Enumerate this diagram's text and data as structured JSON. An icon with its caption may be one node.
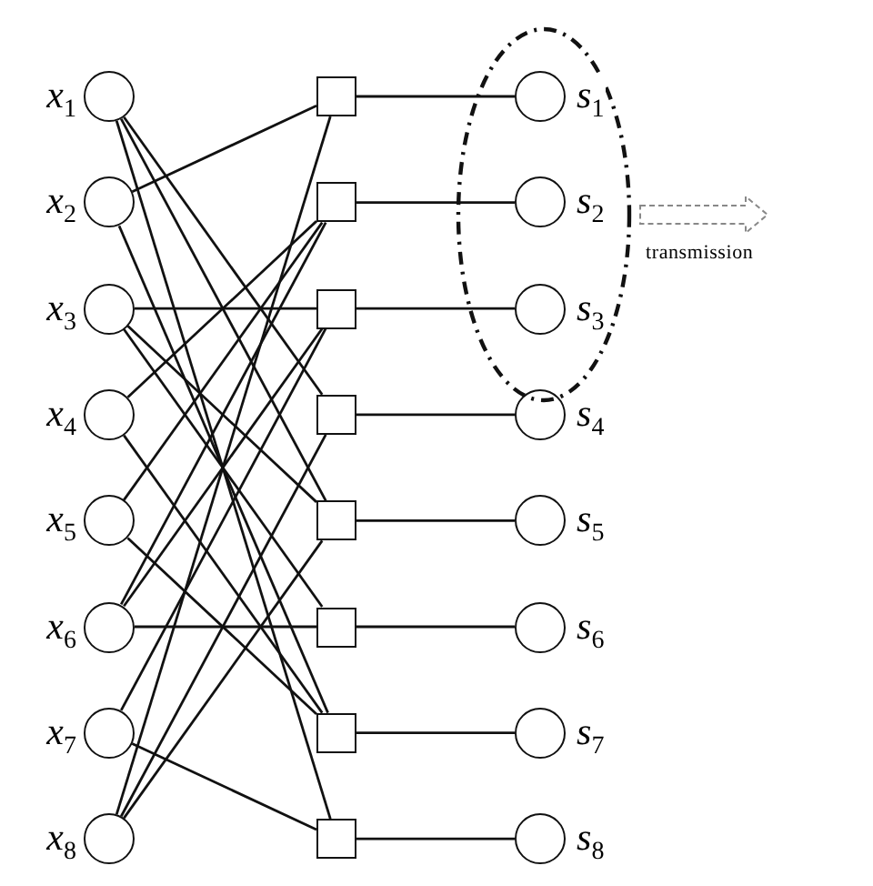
{
  "diagram": {
    "nodes": [
      {
        "text": [
          "*x*$_{1}$"
        ]
      },
      {
        "text": [
          "*x*$_{2}$"
        ]
      },
      {
        "text": [
          "*x*$_{3}$"
        ]
      },
      {
        "text": [
          "*x*$_{4}$"
        ]
      },
      {
        "text": [
          "*x*$_{5}$"
        ]
      },
      {
        "text": [
          "*x*$_{6}$"
        ]
      },
      {
        "text": [
          "*x*$_{7}$"
        ]
      },
      {
        "text": [
          "*x*$_{8}$"
        ]
      },
      {
        "text": [],
        "shape": "box"
      },
      {
        "text": [],
        "shape": "box"
      },
      {
        "text": [],
        "shape": "box"
      },
      {
        "text": [],
        "shape": "box"
      },
      {
        "text": [],
        "shape": "box"
      },
      {
        "text": [],
        "shape": "box"
      },
      {
        "text": [],
        "shape": "box"
      },
      {
        "text": [],
        "shape": "box"
      },
      {
        "text": [],
        "shape": "ellipse"
      },
      {
        "text": [
          "*s*$_{1}$"
        ],
        "in": 16
      },
      {
        "text": [
          "*s*$_{2}$"
        ],
        "in": 16
      },
      {
        "text": [
          "*s*$_{3}$"
        ],
        "in": 16
      },
      {
        "text": [
          "*s*$_{4}$"
        ]
      },
      {
        "text": [
          "*s*$_{5}$"
        ]
      },
      {
        "text": [
          "*s*$_{6}$"
        ]
      },
      {
        "text": [
          "*s*$_{7}$"
        ]
      },
      {
        "text": [
          "*s*$_{8}$"
        ]
      }
    ],
    "edges": [
      {
        "from": 0,
        "to": 11,
        "arrow": "none"
      },
      {
        "from": 0,
        "to": 12,
        "arrow": "none"
      },
      {
        "from": 0,
        "to": 15,
        "arrow": "none"
      },
      {
        "from": 1,
        "to": 8,
        "arrow": "none"
      },
      {
        "from": 1,
        "to": 14,
        "arrow": "none"
      },
      {
        "from": 2,
        "to": 10,
        "arrow": "none"
      },
      {
        "from": 2,
        "to": 12,
        "arrow": "none"
      },
      {
        "from": 2,
        "to": 13,
        "arrow": "none"
      },
      {
        "from": 3,
        "to": 9,
        "arrow": "none"
      },
      {
        "from": 3,
        "to": 14,
        "arrow": "none"
      },
      {
        "from": 4,
        "to": 9,
        "arrow": "none"
      },
      {
        "from": 4,
        "to": 14,
        "arrow": "none"
      },
      {
        "from": 5,
        "to": 9,
        "arrow": "none"
      },
      {
        "from": 5,
        "to": 13,
        "arrow": "none"
      },
      {
        "from": 5,
        "to": 10,
        "arrow": "none"
      },
      {
        "from": 6,
        "to": 10,
        "arrow": "none"
      },
      {
        "from": 6,
        "to": 15,
        "arrow": "none"
      },
      {
        "from": 7,
        "to": 8,
        "arrow": "none"
      },
      {
        "from": 7,
        "to": 12,
        "arrow": "none"
      },
      {
        "from": 7,
        "to": 11,
        "arrow": "none"
      },
      {
        "from": 8,
        "to": 17,
        "arrow": "none"
      },
      {
        "from": 9,
        "to": 18,
        "arrow": "none"
      },
      {
        "from": 10,
        "to": 19,
        "arrow": "none"
      },
      {
        "from": 11,
        "to": 20,
        "arrow": "none"
      },
      {
        "from": 12,
        "to": 21,
        "arrow": "none"
      },
      {
        "from": 13,
        "to": 22,
        "arrow": "none"
      },
      {
        "from": 14,
        "to": 23,
        "arrow": "none"
      },
      {
        "from": 15,
        "to": 24,
        "arrow": "none"
      },
      {
        "from": 16,
        "to": null,
        "arrow": "to",
        "label": "transmission",
        "style": "dashed",
        "color": "#888888"
      }
    ]
  }
}
